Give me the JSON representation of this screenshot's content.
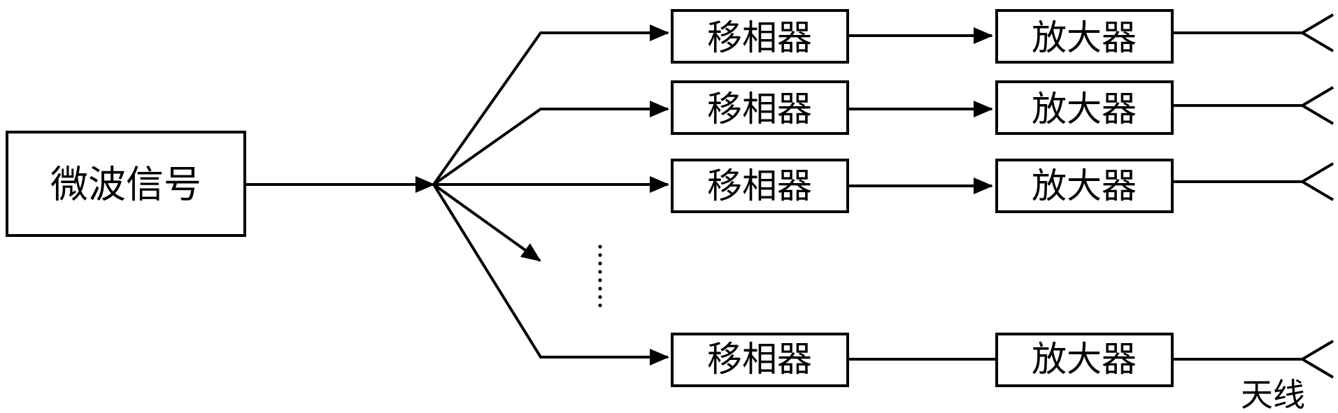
{
  "source": {
    "label": "微波信号"
  },
  "branches": [
    {
      "phase_shifter": "移相器",
      "amplifier": "放大器"
    },
    {
      "phase_shifter": "移相器",
      "amplifier": "放大器"
    },
    {
      "phase_shifter": "移相器",
      "amplifier": "放大器"
    },
    {
      "phase_shifter": "移相器",
      "amplifier": "放大器"
    }
  ],
  "antenna_label": "天线",
  "colors": {
    "line": "#000000",
    "background": "#ffffff"
  }
}
